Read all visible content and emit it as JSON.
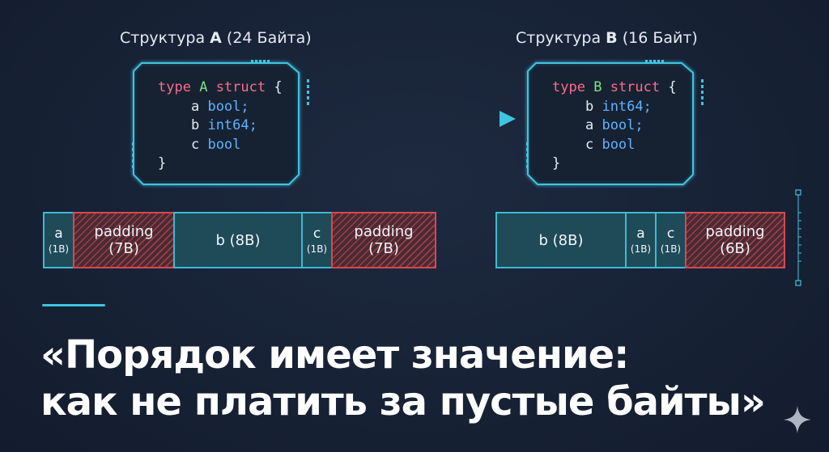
{
  "struct_a": {
    "title_prefix": "Структура ",
    "title_name": "A",
    "title_suffix": " (24 Байта)",
    "code": {
      "l1_kw": "type",
      "l1_name": "A",
      "l1_kw2": "struct",
      "l1_brace": "{",
      "fields": [
        {
          "name": "a",
          "type": "bool;"
        },
        {
          "name": "b",
          "type": "int64;"
        },
        {
          "name": "c",
          "type": "bool"
        }
      ],
      "close": "}"
    },
    "layout": [
      {
        "name": "a",
        "size": "(1B)",
        "kind": "data"
      },
      {
        "name": "padding",
        "size": "(7B)",
        "kind": "padding"
      },
      {
        "name": "b (8B)",
        "size": "",
        "kind": "data"
      },
      {
        "name": "c",
        "size": "(1B)",
        "kind": "data"
      },
      {
        "name": "padding",
        "size": "(7B)",
        "kind": "padding"
      }
    ]
  },
  "struct_b": {
    "title_prefix": "Структура ",
    "title_name": "B",
    "title_suffix": " (16 Байт)",
    "code": {
      "l1_kw": "type",
      "l1_name": "B",
      "l1_kw2": "struct",
      "l1_brace": "{",
      "fields": [
        {
          "name": "b",
          "type": "int64;"
        },
        {
          "name": "a",
          "type": "bool;"
        },
        {
          "name": "c",
          "type": "bool"
        }
      ],
      "close": "}"
    },
    "layout": [
      {
        "name": "b (8B)",
        "size": "",
        "kind": "data"
      },
      {
        "name": "a",
        "size": "(1B)",
        "kind": "data"
      },
      {
        "name": "c",
        "size": "(1B)",
        "kind": "data"
      },
      {
        "name": "padding",
        "size": "(6B)",
        "kind": "padding"
      }
    ]
  },
  "headline": {
    "line1": "«Порядок имеет значение:",
    "line2": "как не платить за пустые байты»"
  },
  "colors": {
    "background": "#172236",
    "accent_cyan": "#3fc4e0",
    "padding_red": "#d8484f",
    "keyword": "#ff6b8b",
    "type_name": "#7ee081",
    "field_type": "#5fb3ff"
  },
  "icons": [
    "arrow-right-icon",
    "sparkle-icon",
    "ruler-icon"
  ]
}
